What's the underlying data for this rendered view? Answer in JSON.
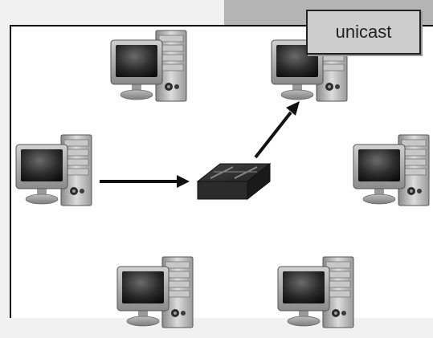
{
  "diagram": {
    "label": "unicast",
    "nodes": [
      {
        "type": "computer",
        "role": "host"
      },
      {
        "type": "computer",
        "role": "host"
      },
      {
        "type": "computer",
        "role": "sender"
      },
      {
        "type": "computer",
        "role": "host"
      },
      {
        "type": "computer",
        "role": "host"
      },
      {
        "type": "computer",
        "role": "host"
      },
      {
        "type": "switch",
        "role": "switch"
      }
    ],
    "flows": [
      {
        "from": "sender",
        "to": "switch"
      },
      {
        "from": "switch",
        "to": "receiver"
      }
    ],
    "colors": {
      "arrow": "#111111",
      "label_bg": "#cdcdcd",
      "frame": "#111111"
    }
  }
}
